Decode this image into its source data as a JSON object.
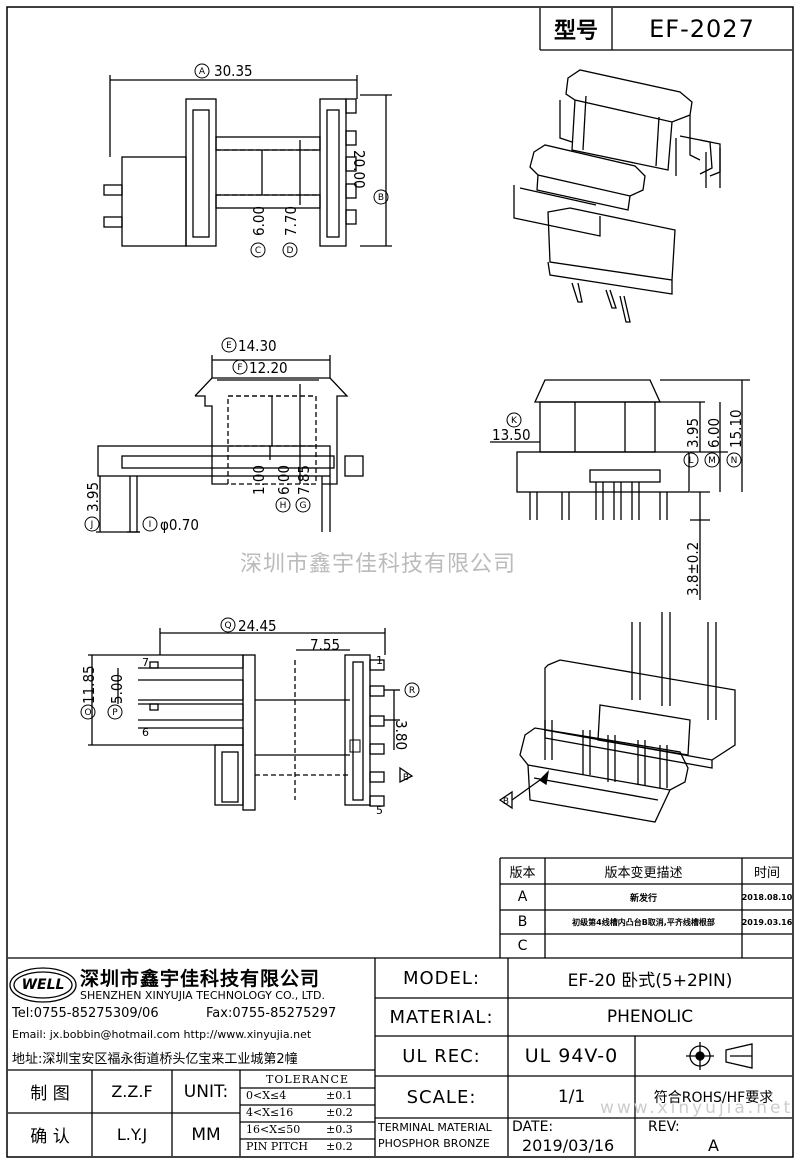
{
  "title_block": {
    "type_label": "型号",
    "model_code": "EF-2027"
  },
  "dimensions": {
    "A": "30.35",
    "B": "20.00",
    "C": "6.00",
    "D": "7.70",
    "E": "14.30",
    "F": "12.20",
    "G": "7.85",
    "H": "6.00",
    "H_inner": "1.00",
    "I": "φ0.70",
    "J": "3.95",
    "K": "13.50",
    "L": "3.95",
    "M": "6.00",
    "N": "15.10",
    "pin_len": "3.8±0.2",
    "Q": "24.45",
    "Q2": "7.55",
    "O": "11.85",
    "P": "5.00",
    "R": "3.80"
  },
  "pin_numbers": {
    "p7": "7",
    "p6": "6",
    "p1": "1",
    "p5": "5"
  },
  "watermark": "深圳市鑫宇佳科技有限公司",
  "watermark_url": "www.xinyujia.net",
  "revision_table": {
    "headers": [
      "版本",
      "版本变更描述",
      "时间"
    ],
    "rows": [
      {
        "ver": "A",
        "desc": "新发行",
        "date": "2018.08.10"
      },
      {
        "ver": "B",
        "desc": "初级第4线槽内凸台B取消,平齐线槽根部",
        "date": "2019.03.16"
      },
      {
        "ver": "C",
        "desc": "",
        "date": ""
      }
    ]
  },
  "company": {
    "logo_text": "WELL",
    "name_cn": "深圳市鑫宇佳科技有限公司",
    "name_en": "SHENZHEN XINYUJIA TECHNOLOGY CO., LTD.",
    "tel": "Tel:0755-85275309/06",
    "fax": "Fax:0755-85275297",
    "email": "Email: jx.bobbin@hotmail.com http://www.xinyujia.net",
    "address": "地址:深圳宝安区福永街道桥头亿宝来工业城第2幢"
  },
  "signoff": {
    "draw_label": "制 图",
    "draw_name": "Z.Z.F",
    "check_label": "确 认",
    "check_name": "L.Y.J",
    "unit_label": "UNIT:",
    "unit_value": "MM"
  },
  "tolerance": {
    "title": "TOLERANCE",
    "rows": [
      {
        "range": "0<X≤4",
        "tol": "±0.1"
      },
      {
        "range": "4<X≤16",
        "tol": "±0.2"
      },
      {
        "range": "16<X≤50",
        "tol": "±0.3"
      },
      {
        "range": "PIN PITCH",
        "tol": "±0.2"
      }
    ]
  },
  "terminal_material": "TERMINAL MATERIAL",
  "terminal_material_value": "PHOSPHOR BRONZE",
  "specs": {
    "model_label": "MODEL:",
    "model_value": "EF-20 卧式(5+2PIN)",
    "material_label": "MATERIAL:",
    "material_value": "PHENOLIC",
    "ulrec_label": "UL REC:",
    "ulrec_value": "UL 94V-0",
    "scale_label": "SCALE:",
    "scale_value": "1/1",
    "rohs": "符合ROHS/HF要求",
    "date_label": "DATE:",
    "date_value": "2019/03/16",
    "rev_label": "REV:",
    "rev_value": "A"
  }
}
